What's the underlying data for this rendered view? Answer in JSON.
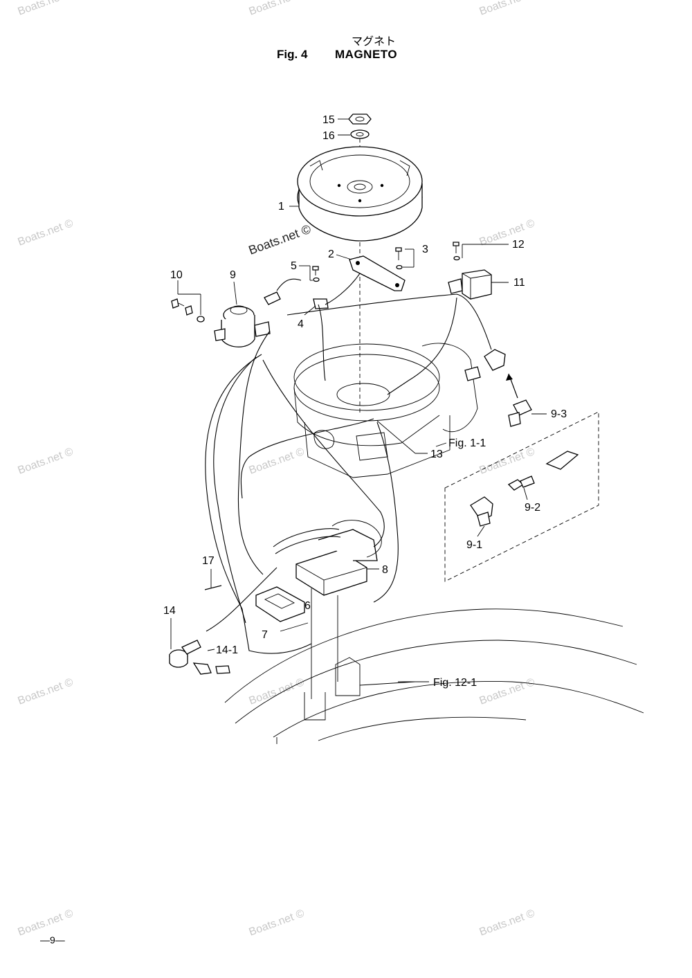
{
  "title": {
    "jp": "マグネト",
    "figure": "Fig. 4",
    "name": "MAGNETO"
  },
  "page_number": "—9—",
  "watermark": "Boats.net ©",
  "watermark_main": "Boats.net ©",
  "callouts": {
    "c1": "1",
    "c2": "2",
    "c3": "3",
    "c4": "4",
    "c5": "5",
    "c6": "6",
    "c7": "7",
    "c8": "8",
    "c9": "9",
    "c9_1": "9-1",
    "c9_2": "9-2",
    "c9_3": "9-3",
    "c10": "10",
    "c11": "11",
    "c12": "12",
    "c13": "13",
    "c14": "14",
    "c14_1": "14-1",
    "c15": "15",
    "c16": "16",
    "c17": "17"
  },
  "references": {
    "fig_1_1": "Fig. 1-1",
    "fig_12_1": "Fig. 12-1"
  },
  "colors": {
    "line": "#000000",
    "watermark": "#c8c8c8",
    "background": "#ffffff"
  }
}
